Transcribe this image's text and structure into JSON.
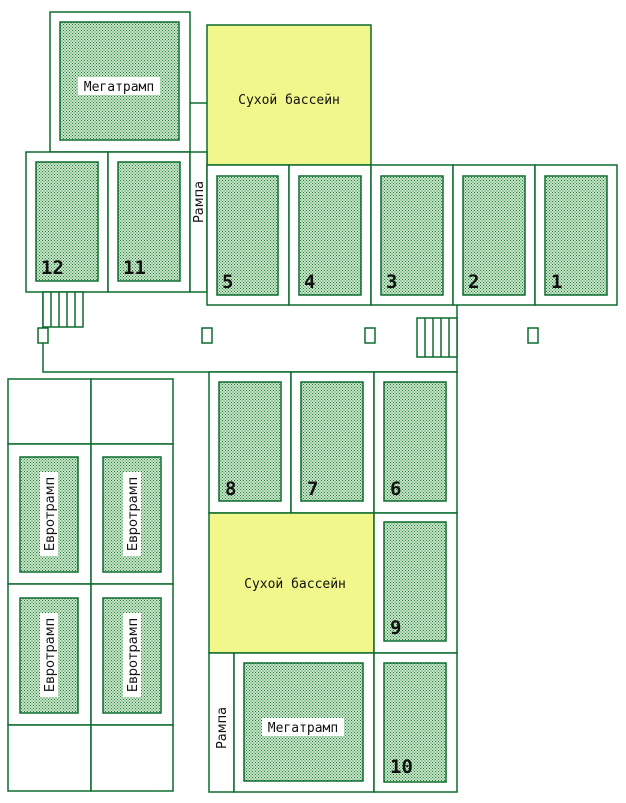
{
  "colors": {
    "outline": "#0d6b2e",
    "pool_fill": "#f1f78a",
    "mat_fill": "#c9e6c9",
    "mat_dots": "#1f7a3a",
    "background": "#ffffff"
  },
  "labels": {
    "megatramp": "Мегатрамп",
    "pool": "Сухой бассейн",
    "ramp": "Рампа",
    "eurotramp": "Евротрамп"
  },
  "trampolines": {
    "t1": "1",
    "t2": "2",
    "t3": "3",
    "t4": "4",
    "t5": "5",
    "t6": "6",
    "t7": "7",
    "t8": "8",
    "t9": "9",
    "t10": "10",
    "t11": "11",
    "t12": "12"
  }
}
